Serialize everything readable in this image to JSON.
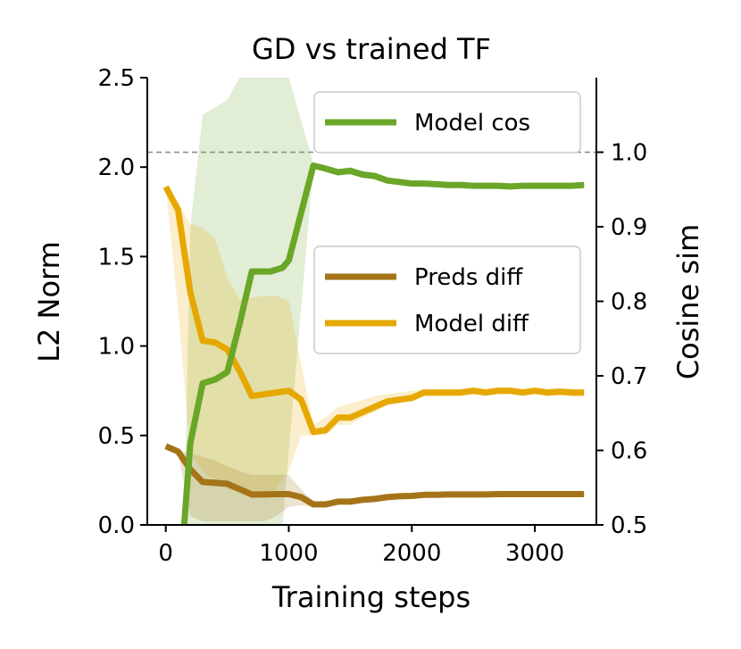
{
  "chart_data": {
    "type": "line",
    "title": "GD vs trained TF",
    "xlabel": "Training steps",
    "ylabel": "L2 Norm",
    "y2label": "Cosine sim",
    "xlim": [
      -150,
      3500
    ],
    "ylim": [
      0,
      2.5
    ],
    "y2lim": [
      0.5,
      1.1
    ],
    "xticks": [
      0,
      1000,
      2000,
      3000
    ],
    "yticks": [
      0.0,
      0.5,
      1.0,
      1.5,
      2.0,
      2.5
    ],
    "y2ticks": [
      0.5,
      0.6,
      0.7,
      0.8,
      0.9,
      1.0
    ],
    "y2_reference_line": 1.0,
    "grid": false,
    "legends": [
      {
        "placement": "top-right",
        "entries": [
          "Model cos"
        ]
      },
      {
        "placement": "center-right",
        "entries": [
          "Preds diff",
          "Model diff"
        ]
      }
    ],
    "series": [
      {
        "name": "Model cos",
        "axis": "right",
        "color": "#6aa628",
        "band_color": "#6aa628",
        "x": [
          150,
          200,
          300,
          400,
          500,
          600,
          700,
          850,
          950,
          1000,
          1200,
          1300,
          1400,
          1500,
          1600,
          1700,
          1800,
          1900,
          2000,
          2100,
          2200,
          2300,
          2400,
          2500,
          2600,
          2700,
          2800,
          2900,
          3000,
          3100,
          3200,
          3300,
          3400
        ],
        "values": [
          0.5,
          0.61,
          0.69,
          0.695,
          0.705,
          0.77,
          0.84,
          0.84,
          0.845,
          0.855,
          0.982,
          0.978,
          0.973,
          0.975,
          0.97,
          0.968,
          0.962,
          0.96,
          0.958,
          0.958,
          0.957,
          0.956,
          0.956,
          0.955,
          0.955,
          0.955,
          0.954,
          0.955,
          0.955,
          0.955,
          0.955,
          0.955,
          0.956
        ],
        "band_low": [
          0.5,
          0.5,
          0.5,
          0.5,
          0.5,
          0.5,
          0.5,
          0.5,
          0.5,
          0.6,
          0.98,
          0.975,
          0.97,
          0.97,
          0.966,
          0.963,
          0.958,
          0.957,
          0.955,
          0.955,
          0.954,
          0.953,
          0.953,
          0.952,
          0.952,
          0.952,
          0.951,
          0.952,
          0.952,
          0.952,
          0.952,
          0.952,
          0.953
        ],
        "band_high": [
          0.5,
          0.9,
          1.05,
          1.06,
          1.07,
          1.1,
          1.1,
          1.1,
          1.1,
          1.1,
          0.985,
          0.982,
          0.978,
          0.98,
          0.975,
          0.973,
          0.966,
          0.963,
          0.961,
          0.961,
          0.96,
          0.959,
          0.959,
          0.958,
          0.958,
          0.958,
          0.957,
          0.958,
          0.958,
          0.958,
          0.958,
          0.958,
          0.959
        ]
      },
      {
        "name": "Preds diff",
        "axis": "left",
        "color": "#a57419",
        "band_color": "#a57419",
        "x": [
          0,
          100,
          200,
          300,
          400,
          500,
          600,
          700,
          800,
          900,
          1000,
          1100,
          1200,
          1300,
          1400,
          1500,
          1600,
          1700,
          1800,
          1900,
          2000,
          2100,
          2200,
          2300,
          2400,
          2500,
          2600,
          2700,
          2800,
          2900,
          3000,
          3100,
          3200,
          3300,
          3400
        ],
        "values": [
          0.44,
          0.41,
          0.31,
          0.24,
          0.235,
          0.23,
          0.2,
          0.17,
          0.17,
          0.172,
          0.172,
          0.155,
          0.115,
          0.115,
          0.13,
          0.13,
          0.14,
          0.145,
          0.155,
          0.16,
          0.162,
          0.168,
          0.168,
          0.17,
          0.17,
          0.17,
          0.17,
          0.172,
          0.172,
          0.172,
          0.172,
          0.172,
          0.172,
          0.172,
          0.172
        ],
        "band_low": [
          0.44,
          0.4,
          0.05,
          0.02,
          0.02,
          0.02,
          0.02,
          0.02,
          0.02,
          0.05,
          0.1,
          0.11,
          0.1,
          0.1,
          0.12,
          0.12,
          0.13,
          0.135,
          0.145,
          0.15,
          0.155,
          0.16,
          0.16,
          0.162,
          0.162,
          0.162,
          0.162,
          0.165,
          0.165,
          0.165,
          0.165,
          0.165,
          0.165,
          0.165,
          0.165
        ],
        "band_high": [
          0.44,
          0.42,
          0.4,
          0.38,
          0.36,
          0.33,
          0.3,
          0.28,
          0.28,
          0.28,
          0.28,
          0.2,
          0.13,
          0.13,
          0.14,
          0.14,
          0.15,
          0.155,
          0.165,
          0.17,
          0.17,
          0.175,
          0.175,
          0.178,
          0.178,
          0.178,
          0.178,
          0.18,
          0.18,
          0.18,
          0.18,
          0.18,
          0.18,
          0.18,
          0.18
        ]
      },
      {
        "name": "Model diff",
        "axis": "left",
        "color": "#e6a800",
        "band_color": "#e6a800",
        "x": [
          0,
          100,
          200,
          300,
          400,
          500,
          600,
          700,
          800,
          900,
          1000,
          1100,
          1200,
          1300,
          1400,
          1500,
          1600,
          1700,
          1800,
          1900,
          2000,
          2100,
          2200,
          2300,
          2400,
          2500,
          2600,
          2700,
          2800,
          2900,
          3000,
          3100,
          3200,
          3300,
          3400
        ],
        "values": [
          1.89,
          1.76,
          1.3,
          1.03,
          1.02,
          0.98,
          0.86,
          0.72,
          0.73,
          0.74,
          0.75,
          0.7,
          0.52,
          0.53,
          0.6,
          0.6,
          0.63,
          0.66,
          0.69,
          0.7,
          0.71,
          0.74,
          0.74,
          0.74,
          0.74,
          0.75,
          0.74,
          0.75,
          0.75,
          0.74,
          0.75,
          0.74,
          0.745,
          0.74,
          0.74
        ],
        "band_low": [
          1.89,
          1.2,
          0.4,
          0.3,
          0.25,
          0.2,
          0.18,
          0.15,
          0.15,
          0.2,
          0.3,
          0.5,
          0.5,
          0.5,
          0.56,
          0.56,
          0.6,
          0.63,
          0.67,
          0.68,
          0.69,
          0.72,
          0.72,
          0.72,
          0.72,
          0.73,
          0.72,
          0.73,
          0.73,
          0.72,
          0.73,
          0.72,
          0.725,
          0.72,
          0.72
        ],
        "band_high": [
          1.89,
          1.8,
          1.68,
          1.66,
          1.6,
          1.38,
          1.26,
          1.27,
          1.28,
          1.28,
          1.25,
          0.9,
          0.56,
          0.6,
          0.66,
          0.68,
          0.7,
          0.72,
          0.73,
          0.74,
          0.75,
          0.76,
          0.76,
          0.76,
          0.76,
          0.77,
          0.76,
          0.77,
          0.77,
          0.76,
          0.77,
          0.76,
          0.765,
          0.76,
          0.76
        ]
      }
    ]
  }
}
